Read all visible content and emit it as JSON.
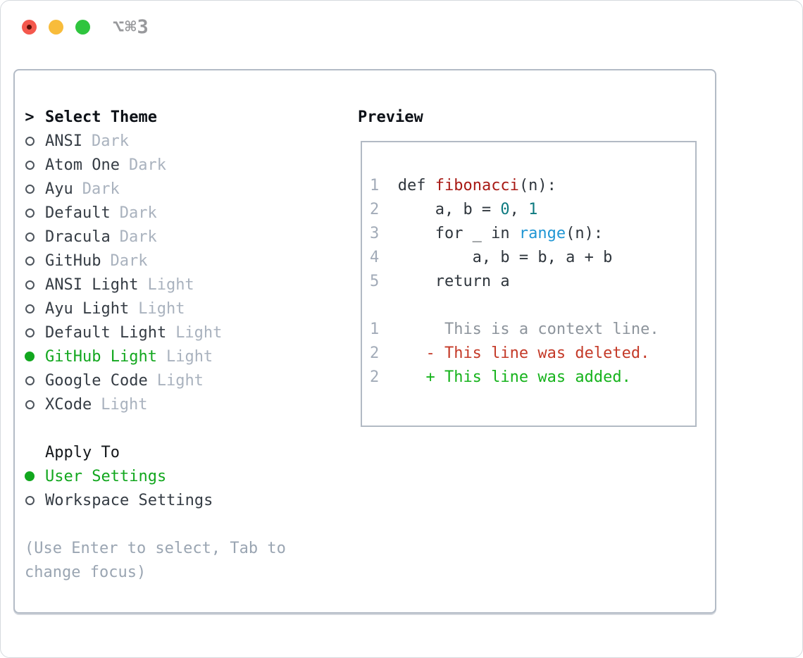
{
  "titlebar": {
    "title": "⌥⌘3"
  },
  "colors": {
    "selection_green": "#12a71e",
    "diff_added_green": "#16b31c",
    "diff_deleted_red": "#c43a28",
    "diff_context_gray": "#8d949c",
    "function_red": "#a81a15",
    "number_teal": "#0d7a80",
    "builtin_blue": "#2096d4",
    "tag_gray": "#a9b2be",
    "line_number_gray": "#a2abb8"
  },
  "theme_menu": {
    "prompt": ">",
    "title": "Select Theme",
    "items": [
      {
        "name": "ANSI",
        "tag": "Dark",
        "selected": false
      },
      {
        "name": "Atom One",
        "tag": "Dark",
        "selected": false
      },
      {
        "name": "Ayu",
        "tag": "Dark",
        "selected": false
      },
      {
        "name": "Default",
        "tag": "Dark",
        "selected": false
      },
      {
        "name": "Dracula",
        "tag": "Dark",
        "selected": false
      },
      {
        "name": "GitHub",
        "tag": "Dark",
        "selected": false
      },
      {
        "name": "ANSI Light",
        "tag": "Light",
        "selected": false
      },
      {
        "name": "Ayu Light",
        "tag": "Light",
        "selected": false
      },
      {
        "name": "Default Light",
        "tag": "Light",
        "selected": false
      },
      {
        "name": "GitHub Light",
        "tag": "Light",
        "selected": true
      },
      {
        "name": "Google Code",
        "tag": "Light",
        "selected": false
      },
      {
        "name": "XCode",
        "tag": "Light",
        "selected": false
      }
    ]
  },
  "apply_to": {
    "title": "Apply To",
    "options": [
      {
        "label": "User Settings",
        "selected": true
      },
      {
        "label": "Workspace Settings",
        "selected": false
      }
    ]
  },
  "help_text": {
    "line1": "(Use Enter to select, Tab to",
    "line2": "change focus)"
  },
  "preview": {
    "title": "Preview",
    "lines": [
      {
        "num": "1",
        "segments": [
          {
            "text": "  def ",
            "style": "plain"
          },
          {
            "text": "fibonacci",
            "style": "function"
          },
          {
            "text": "(n):",
            "style": "plain"
          }
        ]
      },
      {
        "num": "2",
        "segments": [
          {
            "text": "      a, b = ",
            "style": "plain"
          },
          {
            "text": "0",
            "style": "number"
          },
          {
            "text": ", ",
            "style": "plain"
          },
          {
            "text": "1",
            "style": "number"
          }
        ]
      },
      {
        "num": "3",
        "segments": [
          {
            "text": "      for _ in ",
            "style": "plain"
          },
          {
            "text": "range",
            "style": "builtin"
          },
          {
            "text": "(n):",
            "style": "plain"
          }
        ]
      },
      {
        "num": "4",
        "segments": [
          {
            "text": "          a, b = b, a + b",
            "style": "plain"
          }
        ]
      },
      {
        "num": "5",
        "segments": [
          {
            "text": "      return a",
            "style": "plain"
          }
        ]
      },
      {
        "num": "",
        "segments": []
      },
      {
        "num": "1",
        "segments": [
          {
            "text": "       This is a context line.",
            "style": "context"
          }
        ]
      },
      {
        "num": "2",
        "segments": [
          {
            "text": "     - This line was deleted.",
            "style": "deleted"
          }
        ]
      },
      {
        "num": "2",
        "segments": [
          {
            "text": "     + This line was added.",
            "style": "added"
          }
        ]
      }
    ]
  }
}
